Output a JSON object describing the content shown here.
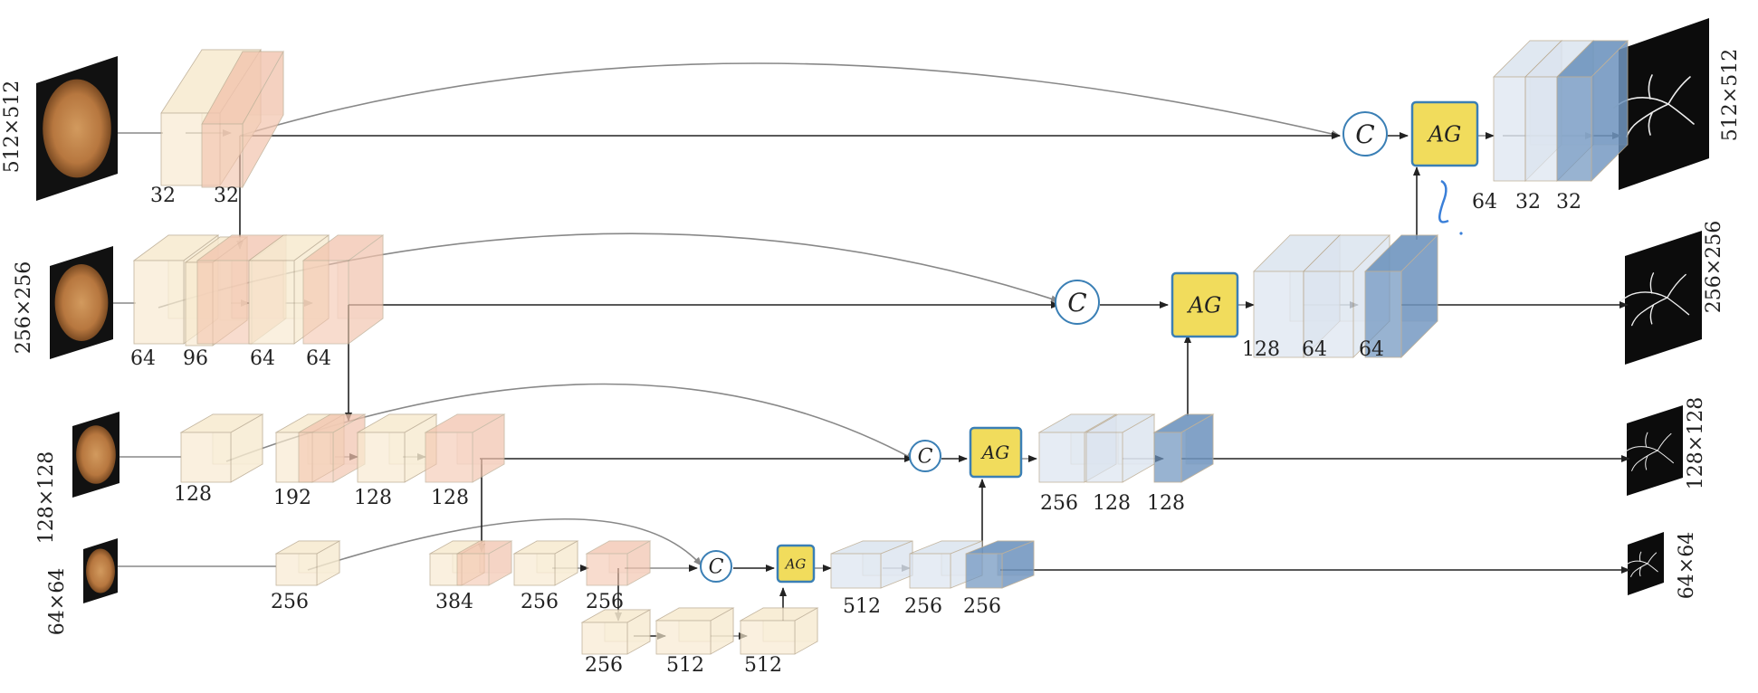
{
  "colors": {
    "encoder_light": "#f7ead0",
    "encoder_dark": "#f2c4ae",
    "decoder_light": "#dbe4ef",
    "decoder_dark": "#6f95bf",
    "ag_fill": "#f1dc5c",
    "ag_border": "#3a7fb5",
    "concat_border": "#3a7fb5",
    "fundus": "#b7773f",
    "skip_arrow": "#888888",
    "main_arrow": "#222222"
  },
  "resolutions": [
    "512×512",
    "256×256",
    "128×128",
    "64×64"
  ],
  "concat_symbol": "C",
  "attention_gate": "AG",
  "channels": {
    "l0_enc": [
      "32",
      "32"
    ],
    "l1_enc": [
      "64",
      "96",
      "64",
      "64"
    ],
    "l2_enc": [
      "128",
      "192",
      "128",
      "128"
    ],
    "l3_enc": [
      "256",
      "384",
      "256",
      "256"
    ],
    "bottleneck": [
      "256",
      "512",
      "512"
    ],
    "l3_dec": [
      "512",
      "256",
      "256"
    ],
    "l2_dec": [
      "256",
      "128",
      "128"
    ],
    "l1_dec": [
      "128",
      "64",
      "64"
    ],
    "l0_dec": [
      "64",
      "32",
      "32"
    ]
  }
}
